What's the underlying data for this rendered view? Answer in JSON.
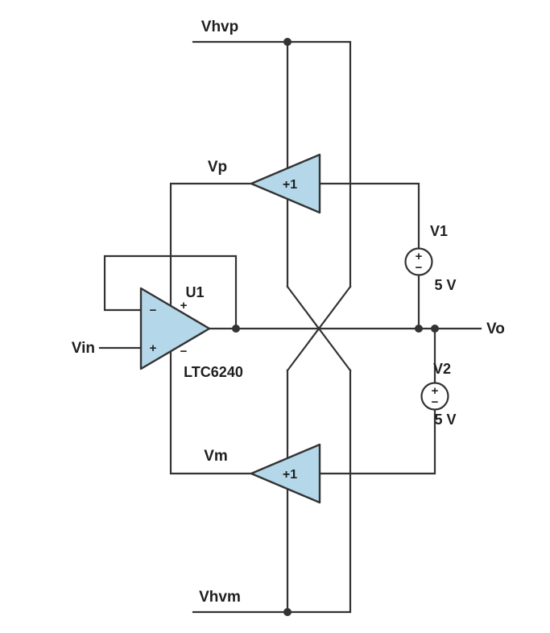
{
  "diagram": {
    "colors": {
      "background": "#ffffff",
      "wire": "#333333",
      "amp_fill": "#b4d7e9",
      "text": "#1f1f1f"
    },
    "labels": {
      "rail_top": "Vhvp",
      "rail_bottom": "Vhvm",
      "node_vp": "Vp",
      "node_vm": "Vm",
      "input": "Vin",
      "output": "Vo"
    },
    "opamp": {
      "ref": "U1",
      "part": "LTC6240",
      "input_minus": "−",
      "input_plus": "+",
      "supply_plus": "+",
      "supply_minus": "−"
    },
    "buffers": {
      "top_gain": "+1",
      "bottom_gain": "+1"
    },
    "sources": {
      "v1": {
        "ref": "V1",
        "value": "5 V",
        "plus": "+",
        "minus": "−"
      },
      "v2": {
        "ref": "V2",
        "value": "5 V",
        "plus": "+",
        "minus": "−"
      }
    }
  }
}
